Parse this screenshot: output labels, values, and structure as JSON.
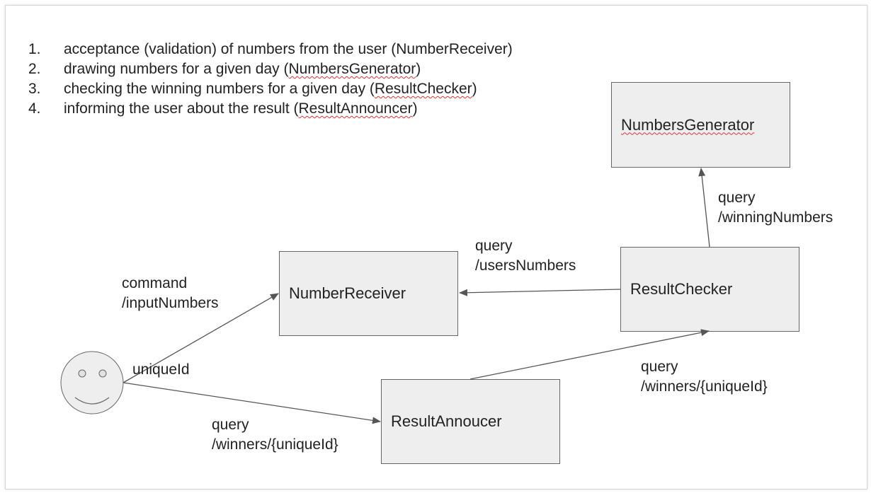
{
  "steps": [
    {
      "num": "1.",
      "text": "acceptance (validation) of numbers from the user (",
      "tag": "NumberReceiver",
      "close": ")"
    },
    {
      "num": "2.",
      "text": "drawing numbers for a given day (",
      "tag": "NumbersGenerator",
      "close": ")"
    },
    {
      "num": "3.",
      "text": "checking the winning numbers for a given day (",
      "tag": "ResultChecker",
      "close": ")"
    },
    {
      "num": "4.",
      "text": "informing the user about the result (",
      "tag": "ResultAnnouncer",
      "close": ")"
    }
  ],
  "components": {
    "numbers_generator": "NumbersGenerator",
    "number_receiver": "NumberReceiver",
    "result_checker": "ResultChecker",
    "result_annoucer": "ResultAnnoucer"
  },
  "edge_labels": {
    "command_input": "command\n/inputNumbers",
    "unique_id": "uniqueId",
    "query_winners_user": "query\n/winners/{uniqueId}",
    "query_users_numbers": "query\n/usersNumbers",
    "query_winning_numbers": "query\n/winningNumbers",
    "query_winners_checker": "query\n/winners/{uniqueId}"
  }
}
